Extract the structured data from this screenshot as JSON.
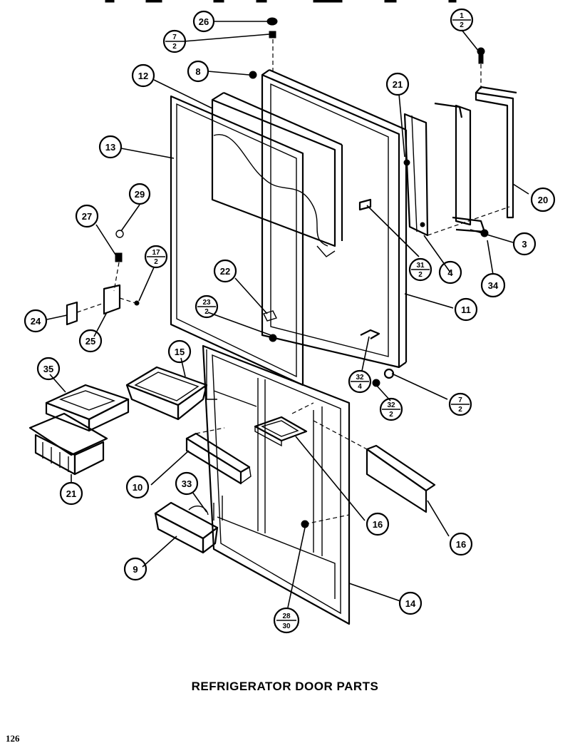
{
  "caption": "REFRIGERATOR DOOR PARTS",
  "page_number": "126",
  "callouts": {
    "c26": "26",
    "c7_2_top_a": "7",
    "c7_2_top_b": "2",
    "c8": "8",
    "c12": "12",
    "c13": "13",
    "c1_2_a": "1",
    "c1_2_b": "2",
    "c21_top": "21",
    "c20": "20",
    "c3": "3",
    "c34": "34",
    "c4": "4",
    "c31_2_a": "31",
    "c31_2_b": "2",
    "c11": "11",
    "c29": "29",
    "c27": "27",
    "c17_2_a": "17",
    "c17_2_b": "2",
    "c22": "22",
    "c23_2_a": "23",
    "c23_2_b": "2",
    "c24": "24",
    "c25": "25",
    "c35": "35",
    "c15": "15",
    "c32_4_a": "32",
    "c32_4_b": "4",
    "c32_2_a": "32",
    "c32_2_b": "2",
    "c7_2_right_a": "7",
    "c7_2_right_b": "2",
    "c21_bottom": "21",
    "c10": "10",
    "c33": "33",
    "c16_mid": "16",
    "c16_right": "16",
    "c9": "9",
    "c14": "14",
    "c28_30_a": "28",
    "c28_30_b": "30"
  }
}
